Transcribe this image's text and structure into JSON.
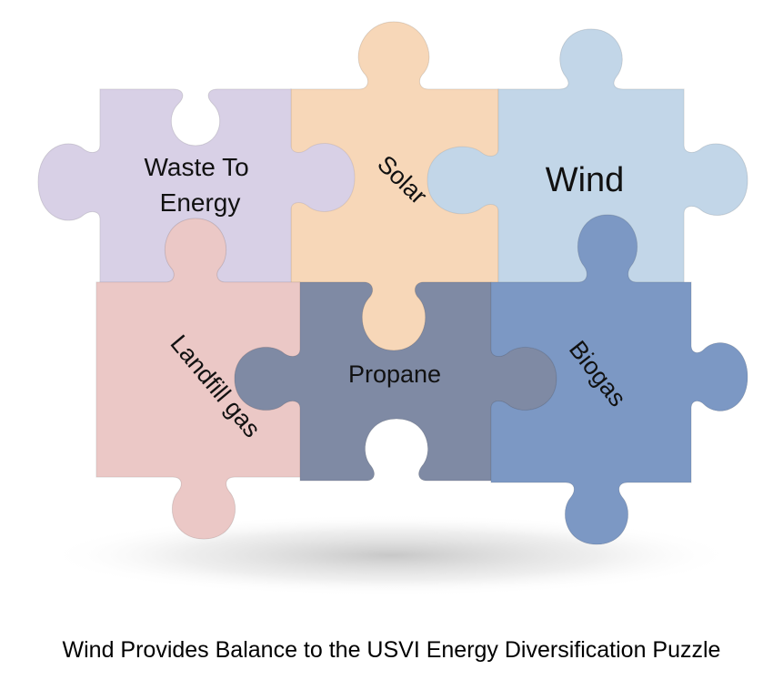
{
  "pieces": {
    "waste_to_energy": {
      "line1": "Waste To",
      "line2": "Energy",
      "color": "#d8d0e6"
    },
    "solar": {
      "label": "Solar",
      "color": "#f7d7b8"
    },
    "wind": {
      "label": "Wind",
      "color": "#c2d6e8"
    },
    "landfill_gas": {
      "label": "Landfill gas",
      "color": "#ebc8c6"
    },
    "propane": {
      "label": "Propane",
      "color": "#7f8aa4"
    },
    "biogas": {
      "label": "Biogas",
      "color": "#7c98c4"
    }
  },
  "caption": "Wind Provides Balance to the USVI Energy Diversification Puzzle"
}
